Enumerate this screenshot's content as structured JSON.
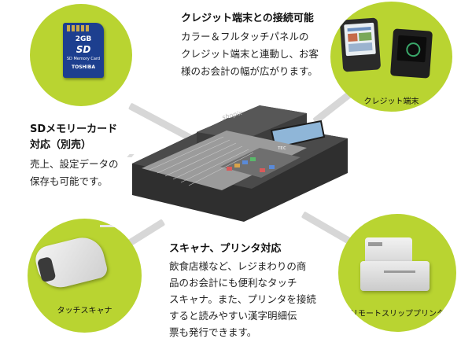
{
  "credit": {
    "heading": "クレジット端末との接続可能",
    "lines": [
      "カラー＆フルタッチパネルの",
      "クレジット端末と連動し、お客",
      "様のお会計の幅が広がります。"
    ],
    "circle_label": "クレジット端末"
  },
  "sd": {
    "heading_lines": [
      "SDメモリーカード",
      "対応（別売）"
    ],
    "lines": [
      "売上、設定データの",
      "保存も可能です。"
    ],
    "card_size": "2GB",
    "card_logo": "SD",
    "card_caption": "SD Memory Card",
    "card_brand": "TOSHIBA"
  },
  "scanner": {
    "heading": "スキャナ、プリンタ対応",
    "lines": [
      "飲食店様など、レジまわりの商",
      "品のお会計にも便利なタッチ",
      "スキャナ。また、プリンタを接続",
      "すると読みやすい漢字明細伝",
      "票も発行できます。"
    ],
    "circle_label": "タッチスキャナ"
  },
  "printer": {
    "circle_label": "リモートスリッププリンタ"
  },
  "register": {
    "brand": "shopix",
    "maker": "TEC"
  },
  "colors": {
    "accent": "#b9d431",
    "spoke": "#d7d7d7",
    "register_body": "#3b3b3b",
    "display": "#8fb6d8"
  }
}
